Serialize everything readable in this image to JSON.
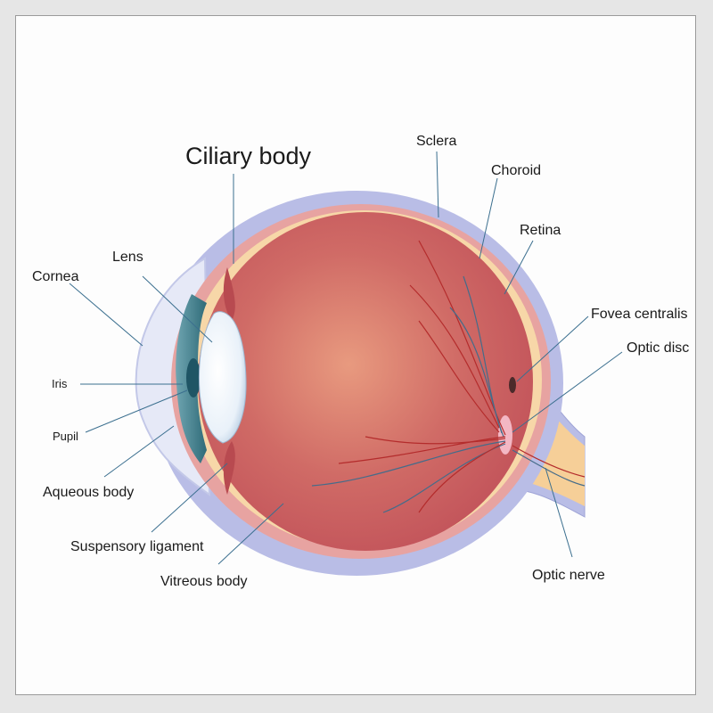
{
  "title": "Ciliary body",
  "labels": {
    "sclera": "Sclera",
    "choroid": "Choroid",
    "retina": "Retina",
    "fovea": "Fovea centralis",
    "optic_disc": "Optic disc",
    "optic_nerve": "Optic nerve",
    "lens": "Lens",
    "cornea": "Cornea",
    "iris": "Iris",
    "pupil": "Pupil",
    "aqueous": "Aqueous body",
    "suspensory": "Suspensory ligament",
    "vitreous": "Vitreous body"
  },
  "colors": {
    "sclera": "#b9bde6",
    "choroid": "#e7a3a1",
    "retina": "#f7d7a8",
    "vitreous": "#c8585c",
    "vitreous_center": "#e89a7f",
    "lens": "#eaf2fa",
    "iris": "#3d7a86",
    "cornea": "#e8ebf7",
    "leader": "#3b6f8f"
  }
}
